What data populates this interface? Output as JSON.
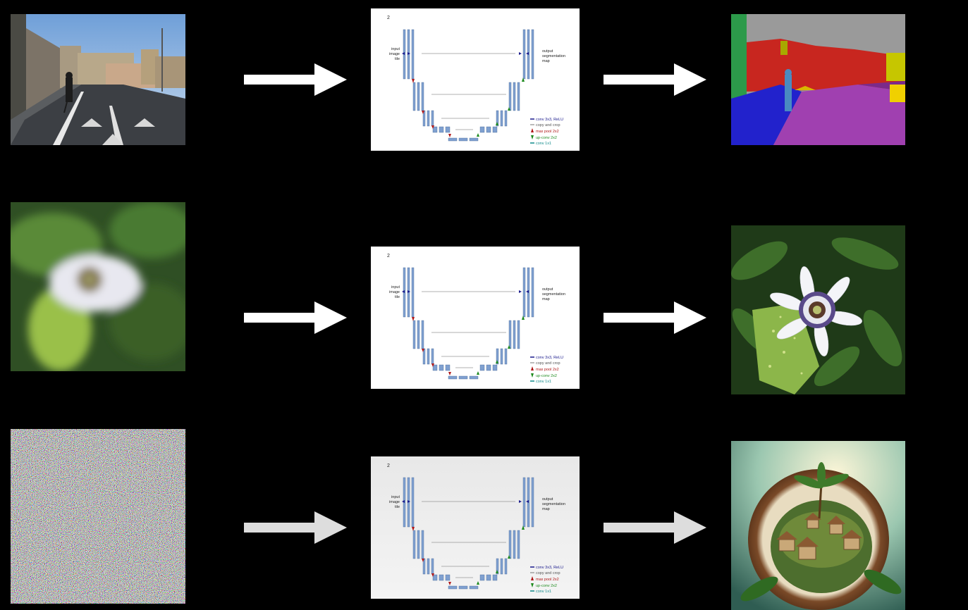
{
  "unet": {
    "page_number": "2",
    "input_label": [
      "input",
      "image",
      "tile"
    ],
    "output_label": [
      "output",
      "segmentation",
      "map"
    ],
    "legend": [
      {
        "text": "conv 3x3, ReLU",
        "color": "#1a1a8c"
      },
      {
        "text": "copy and crop",
        "color": "#777777"
      },
      {
        "text": "max pool 2x2",
        "color": "#b01818"
      },
      {
        "text": "up-conv 2x2",
        "color": "#1d8a1d"
      },
      {
        "text": "conv 1x1",
        "color": "#0f8a8a"
      }
    ]
  },
  "rows": [
    {
      "input": "street-scene-photo",
      "output": "semantic-segmentation-map",
      "arrow_color": "#ffffff"
    },
    {
      "input": "blurry-passion-flower-photo",
      "output": "sharp-passion-flower-photo",
      "arrow_color": "#ffffff"
    },
    {
      "input": "random-noise-image",
      "output": "miniature-village-in-coconut-image",
      "arrow_color": "#dddddd"
    }
  ]
}
